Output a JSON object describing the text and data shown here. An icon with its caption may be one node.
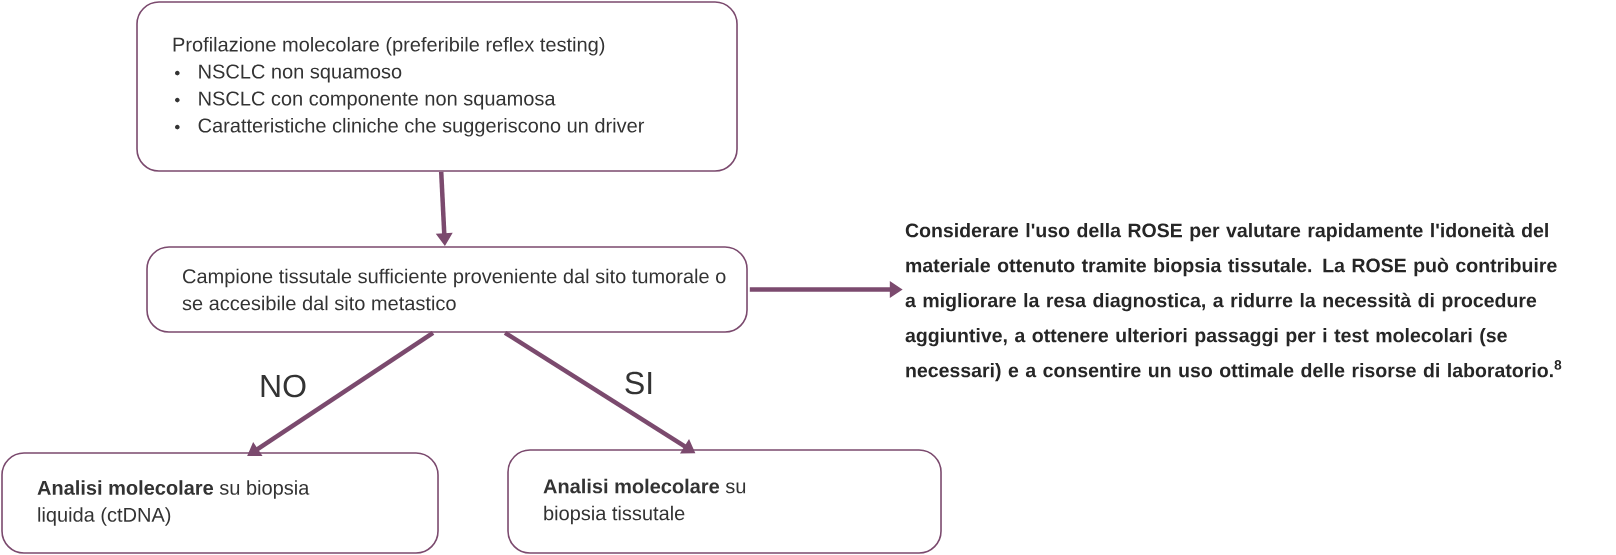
{
  "diagram": {
    "nodes": [
      {
        "text": [
          "Profilazione molecolare (preferibile reflex testing)",
          "NSCLC non squamoso",
          "NSCLC con componente non squamosa",
          "Caratteristiche cliniche che suggeriscono un driver"
        ]
      },
      {
        "text": [
          "Campione tissutale sufficiente proveniente dal sito tumorale o se accesibile dal sito metastico"
        ]
      },
      {
        "text": [
          "Considerare l'uso della ROSE per valutare rapidamente l'idoneità del materiale ottenuto tramite biopsia tissutale. La ROSE può contribuire a migliorare la resa diagnostica, a ridurre la necessità di procedure aggiuntive, a ottenere ulteriori passaggi per i test molecolari (se necessari) e a consentire un uso ottimale delle risorse di laboratorio.$^{8}$"
        ]
      },
      {
        "text": [
          "**Analisi molecolare** su biopsia liquida (ctDNA)"
        ]
      },
      {
        "text": [
          "**Analisi molecolare** su biopsia tissutale"
        ]
      }
    ],
    "edges": [
      {
        "from": 0,
        "to": 1,
        "arrow": "to"
      },
      {
        "from": 1,
        "to": 3,
        "arrow": "to",
        "label": "NO"
      },
      {
        "from": 1,
        "to": 4,
        "arrow": "to",
        "label": "SI"
      },
      {
        "from": 1,
        "to": 2,
        "arrow": "to"
      }
    ]
  }
}
